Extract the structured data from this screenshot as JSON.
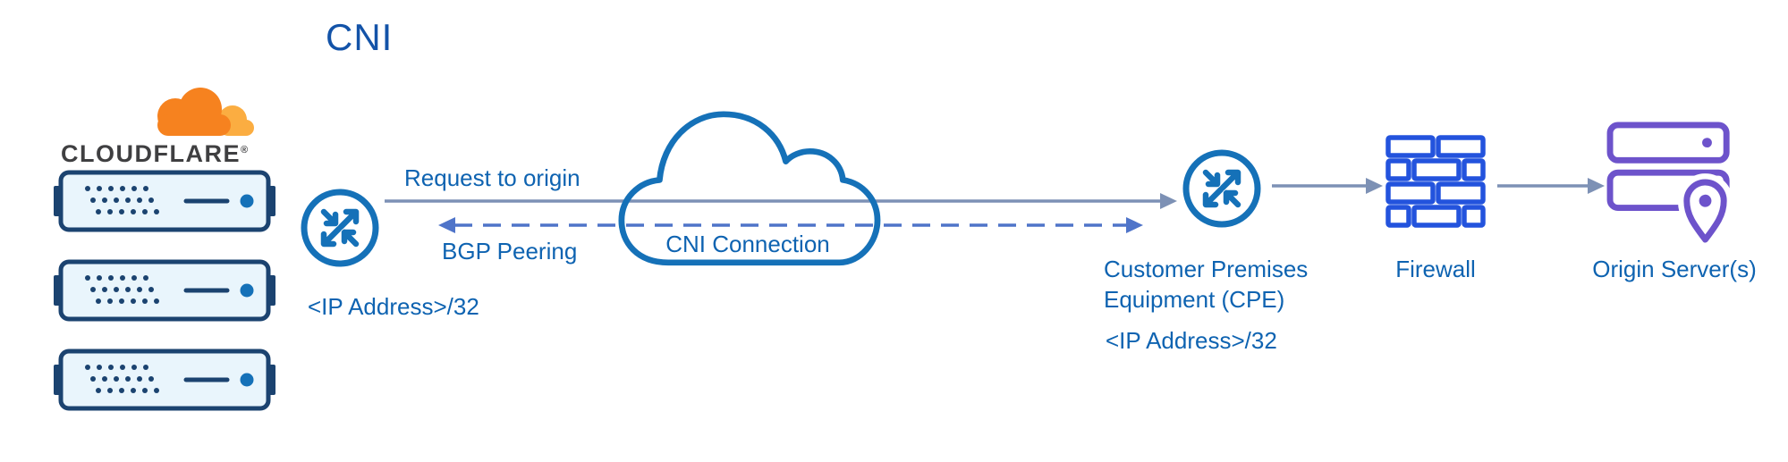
{
  "title": "CNI",
  "logo": {
    "brand": "CLOUDFLARE",
    "registered": "®"
  },
  "edge": {
    "ip_label": "<IP Address>/32"
  },
  "connections": {
    "request_label": "Request to origin",
    "bgp_label": "BGP Peering",
    "cloud_label": "CNI Connection",
    "request_style": "solid, arrow pointing right toward CPE",
    "bgp_style": "dashed, arrows on both ends"
  },
  "cpe": {
    "name_lines": [
      "Customer Premises",
      "Equipment (CPE)"
    ],
    "ip_label": "<IP Address>/32"
  },
  "firewall_label": "Firewall",
  "origin_label": "Origin Server(s)",
  "icons": {
    "logo": "cloudflare-logo",
    "edge_servers": "server-rack-icon (x3)",
    "edge_router": "network-interconnect-router-icon",
    "cloud": "cni-cloud-icon",
    "cpe_router": "network-interconnect-router-icon",
    "firewall": "firewall-brick-icon",
    "origin": "origin-servers-with-location-pin-icon"
  },
  "colors": {
    "text_blue": "#0e63b1",
    "title_blue": "#1353a8",
    "icon_blue": "#1571b8",
    "server_navy": "#1b4370",
    "server_fill": "#e9f5fc",
    "firewall_blue": "#2353dd",
    "origin_purple": "#6d53cb",
    "arrow_gray_blue": "#7d91b5",
    "arrow_dashed_blue": "#4f74c9",
    "cloudflare_orange": "#f6821f",
    "cloudflare_orange_light": "#fbad41",
    "brand_text": "#3f3f41"
  }
}
